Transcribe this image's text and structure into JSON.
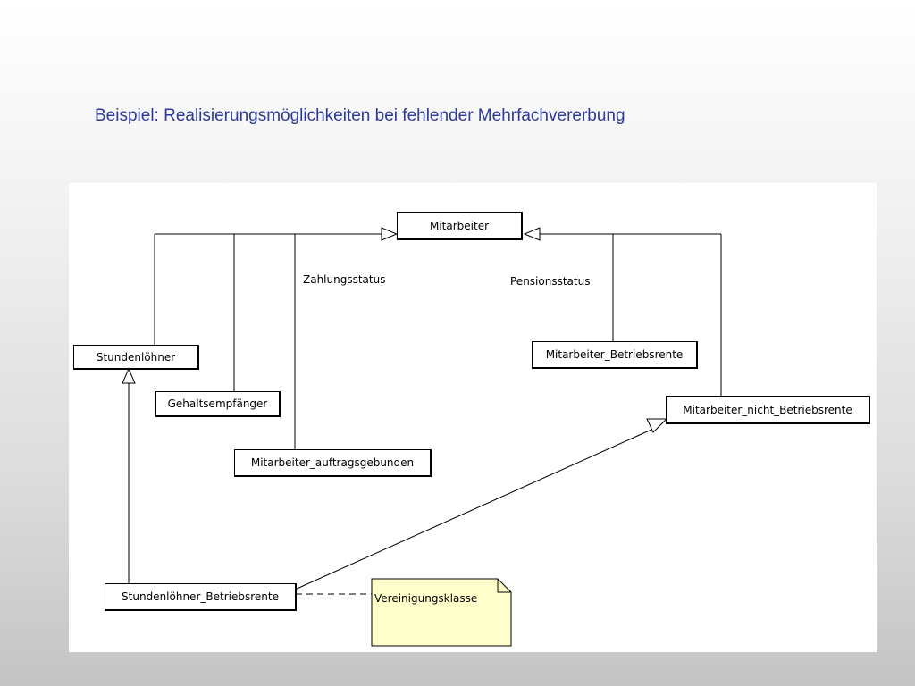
{
  "slide": {
    "title": "Beispiel: Realisierungsmöglichkeiten bei fehlender Mehrfachvererbung"
  },
  "diagram": {
    "classes": {
      "mitarbeiter": "Mitarbeiter",
      "stundenloehner": "Stundenlöhner",
      "gehaltsempfaenger": "Gehaltsempfänger",
      "auftragsgebunden": "Mitarbeiter_auftragsgebunden",
      "betriebsrente": "Mitarbeiter_Betriebsrente",
      "nicht_betriebsrente": "Mitarbeiter_nicht_Betriebsrente",
      "stundenloehner_betriebsrente": "Stundenlöhner_Betriebsrente"
    },
    "labels": {
      "zahlungsstatus": "Zahlungsstatus",
      "pensionsstatus": "Pensionsstatus"
    },
    "note": {
      "text": "Vereinigungsklasse",
      "fill": "#ffffcc"
    }
  }
}
